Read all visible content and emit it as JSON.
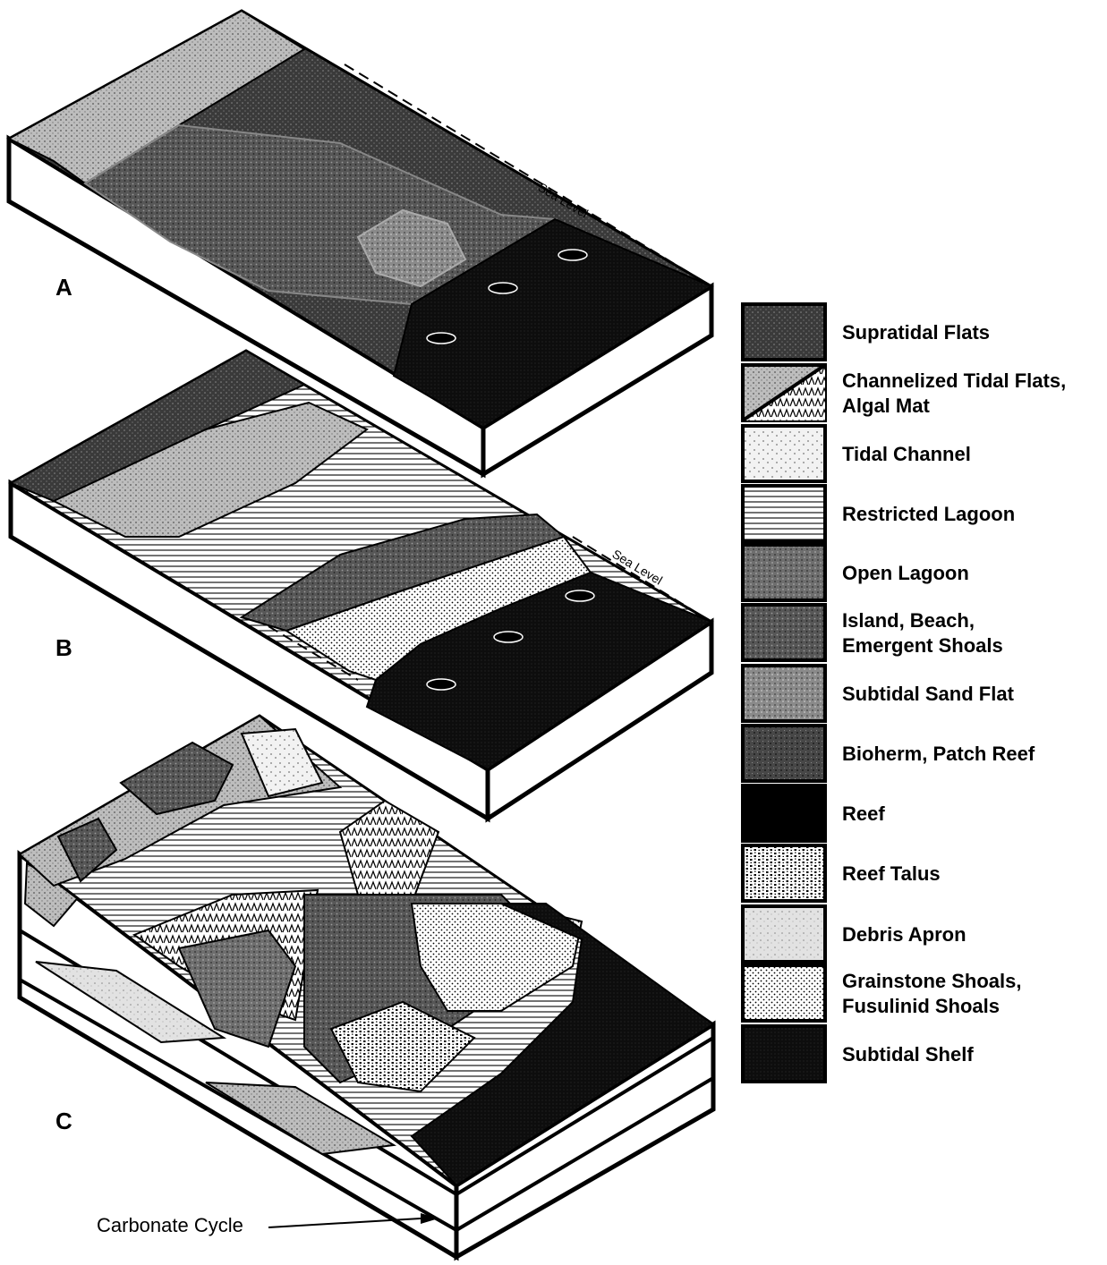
{
  "panels": [
    {
      "letter": "A",
      "sea_level_label": "Sea Level"
    },
    {
      "letter": "B",
      "sea_level_label": "Sea Level"
    },
    {
      "letter": "C",
      "callout_label": "Carbonate Cycle"
    }
  ],
  "legend": [
    {
      "lines": [
        "Supratidal Flats"
      ],
      "pattern": "pat-supratidal"
    },
    {
      "lines": [
        "Channelized Tidal Flats,",
        "Algal Mat"
      ],
      "pattern": "pat-tidalflat"
    },
    {
      "lines": [
        "Tidal Channel"
      ],
      "pattern": "pat-channel"
    },
    {
      "lines": [
        "Restricted Lagoon"
      ],
      "pattern": "pat-restricted"
    },
    {
      "lines": [
        "Open Lagoon"
      ],
      "pattern": "pat-open"
    },
    {
      "lines": [
        "Island, Beach,",
        "Emergent Shoals"
      ],
      "pattern": "pat-island"
    },
    {
      "lines": [
        "Subtidal Sand Flat"
      ],
      "pattern": "pat-sandflat"
    },
    {
      "lines": [
        "Bioherm, Patch Reef"
      ],
      "pattern": "pat-bioherm"
    },
    {
      "lines": [
        "Reef"
      ],
      "pattern": "pat-reef"
    },
    {
      "lines": [
        "Reef Talus"
      ],
      "pattern": "pat-talus"
    },
    {
      "lines": [
        "Debris Apron"
      ],
      "pattern": "pat-debris"
    },
    {
      "lines": [
        "Grainstone Shoals,",
        "Fusulinid Shoals"
      ],
      "pattern": "pat-grainstone"
    },
    {
      "lines": [
        "Subtidal Shelf"
      ],
      "pattern": "pat-shelf"
    }
  ]
}
